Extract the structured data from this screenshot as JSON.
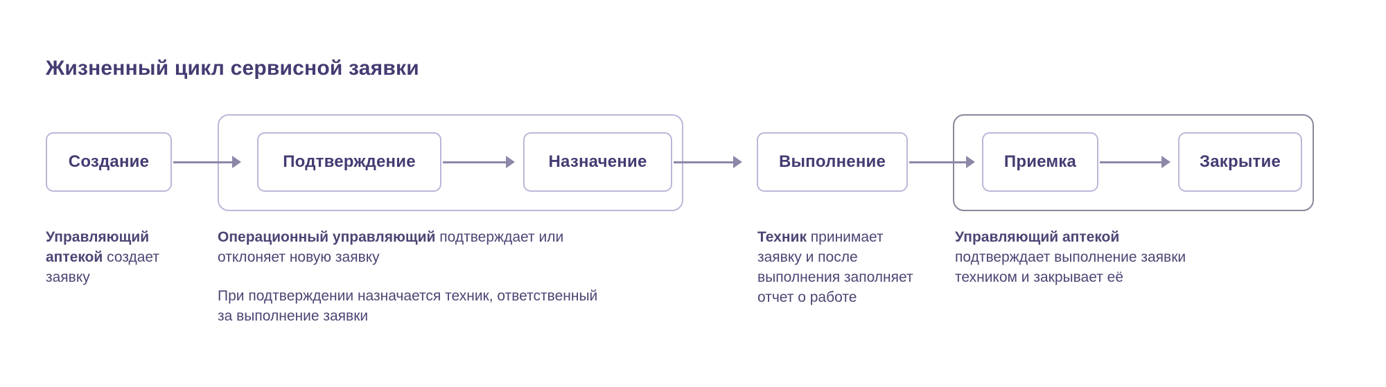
{
  "title": "Жизненный цикл сервисной заявки",
  "stages": {
    "creation": "Создание",
    "confirmation": "Подтверждение",
    "assignment": "Назначение",
    "execution": "Выполнение",
    "acceptance": "Приемка",
    "closing": "Закрытие"
  },
  "descriptions": {
    "creation": {
      "actor": "Управляющий аптекой",
      "text": " создает заявку"
    },
    "confirmation": {
      "actor": "Операционный управляющий",
      "text": " подтверждает или отклоняет новую заявку",
      "note": "При подтверждении назначается техник, ответственный за выполнение заявки"
    },
    "execution": {
      "actor": "Техник",
      "text": " принимает заявку и после выполнения заполняет отчет о работе"
    },
    "acceptance": {
      "actor": "Управляющий аптекой",
      "text": " подтверждает выполнение заявки техником и закрывает её"
    }
  },
  "colors": {
    "title_text": "#443C72",
    "stage_text": "#443C72",
    "desc_text": "#4C4574",
    "box_border": "#BCB6D9",
    "group_border_light": "#BCB6D9",
    "group_border_dark": "#8A8599",
    "arrow": "#8D87A8",
    "bg": "#FFFFFF"
  }
}
